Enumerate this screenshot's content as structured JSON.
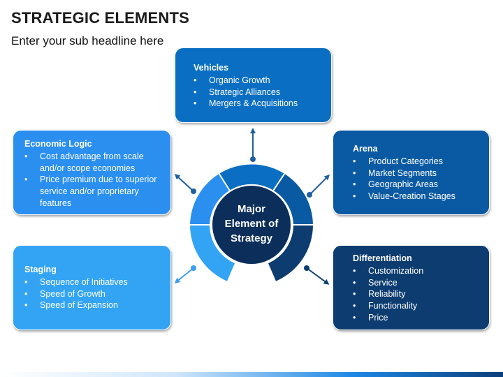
{
  "header": {
    "title": "STRATEGIC ELEMENTS",
    "subtitle": "Enter your sub headline here"
  },
  "hub": {
    "line1": "Major",
    "line2": "Element of",
    "line3": "Strategy"
  },
  "boxes": {
    "vehicles": {
      "title": "Vehicles",
      "items": [
        "Organic Growth",
        "Strategic Alliances",
        "Mergers & Acquisitions"
      ]
    },
    "arena": {
      "title": "Arena",
      "items": [
        "Product Categories",
        "Market Segments",
        "Geographic Areas",
        "Value-Creation Stages"
      ]
    },
    "economic_logic": {
      "title": "Economic Logic",
      "items": [
        "Cost advantage from scale and/or scope economies",
        "Price premium due to superior service and/or proprietary features"
      ]
    },
    "staging": {
      "title": "Staging",
      "items": [
        "Sequence of Initiatives",
        "Speed of Growth",
        "Speed of Expansion"
      ]
    },
    "differentiation": {
      "title": "Differentiation",
      "items": [
        "Customization",
        "Service",
        "Reliability",
        "Functionality",
        "Price"
      ]
    }
  },
  "colors": {
    "vehicles": "#0a6fc2",
    "arena": "#0a5aa3",
    "economic_logic": "#2b8ff0",
    "staging": "#33a4f4",
    "differentiation": "#0c3c70",
    "hub_center": "#0b2f5a"
  }
}
